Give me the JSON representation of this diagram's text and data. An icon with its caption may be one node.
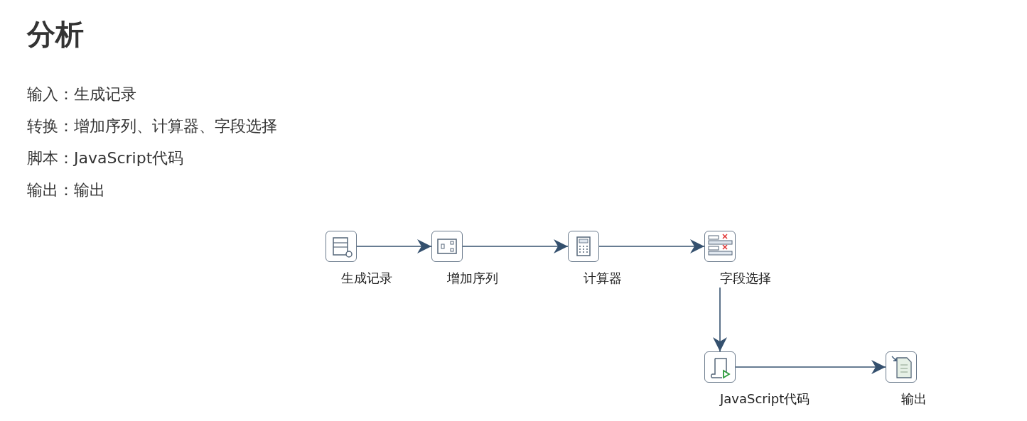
{
  "diagram": {
    "title": "分析",
    "labels": [
      "输入：生成记录",
      "转换：增加序列、计算器、字段选择",
      "脚本：JavaScript代码",
      "输出：输出"
    ],
    "nodes": [
      {
        "text": [
          "生成记录"
        ]
      },
      {
        "text": [
          "增加序列"
        ]
      },
      {
        "text": [
          "计算器"
        ]
      },
      {
        "text": [
          "字段选择"
        ]
      },
      {
        "text": [
          "JavaScript代码"
        ]
      },
      {
        "text": [
          "输出"
        ]
      }
    ],
    "edges": [
      {
        "from": 0,
        "to": 1,
        "arrow": "to"
      },
      {
        "from": 1,
        "to": 2,
        "arrow": "to"
      },
      {
        "from": 2,
        "to": 3,
        "arrow": "to"
      },
      {
        "from": 3,
        "to": 4,
        "arrow": "to"
      },
      {
        "from": 4,
        "to": 5,
        "arrow": "to"
      }
    ]
  }
}
